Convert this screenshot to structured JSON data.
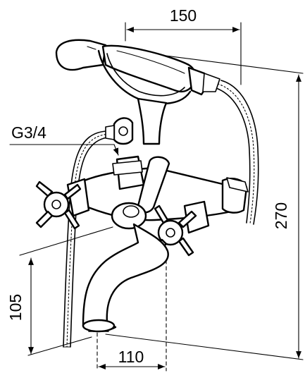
{
  "dimensions": {
    "top_width": "150",
    "total_height": "270",
    "spout_height": "105",
    "spout_reach": "110"
  },
  "labels": {
    "connection_thread": "G3/4"
  }
}
